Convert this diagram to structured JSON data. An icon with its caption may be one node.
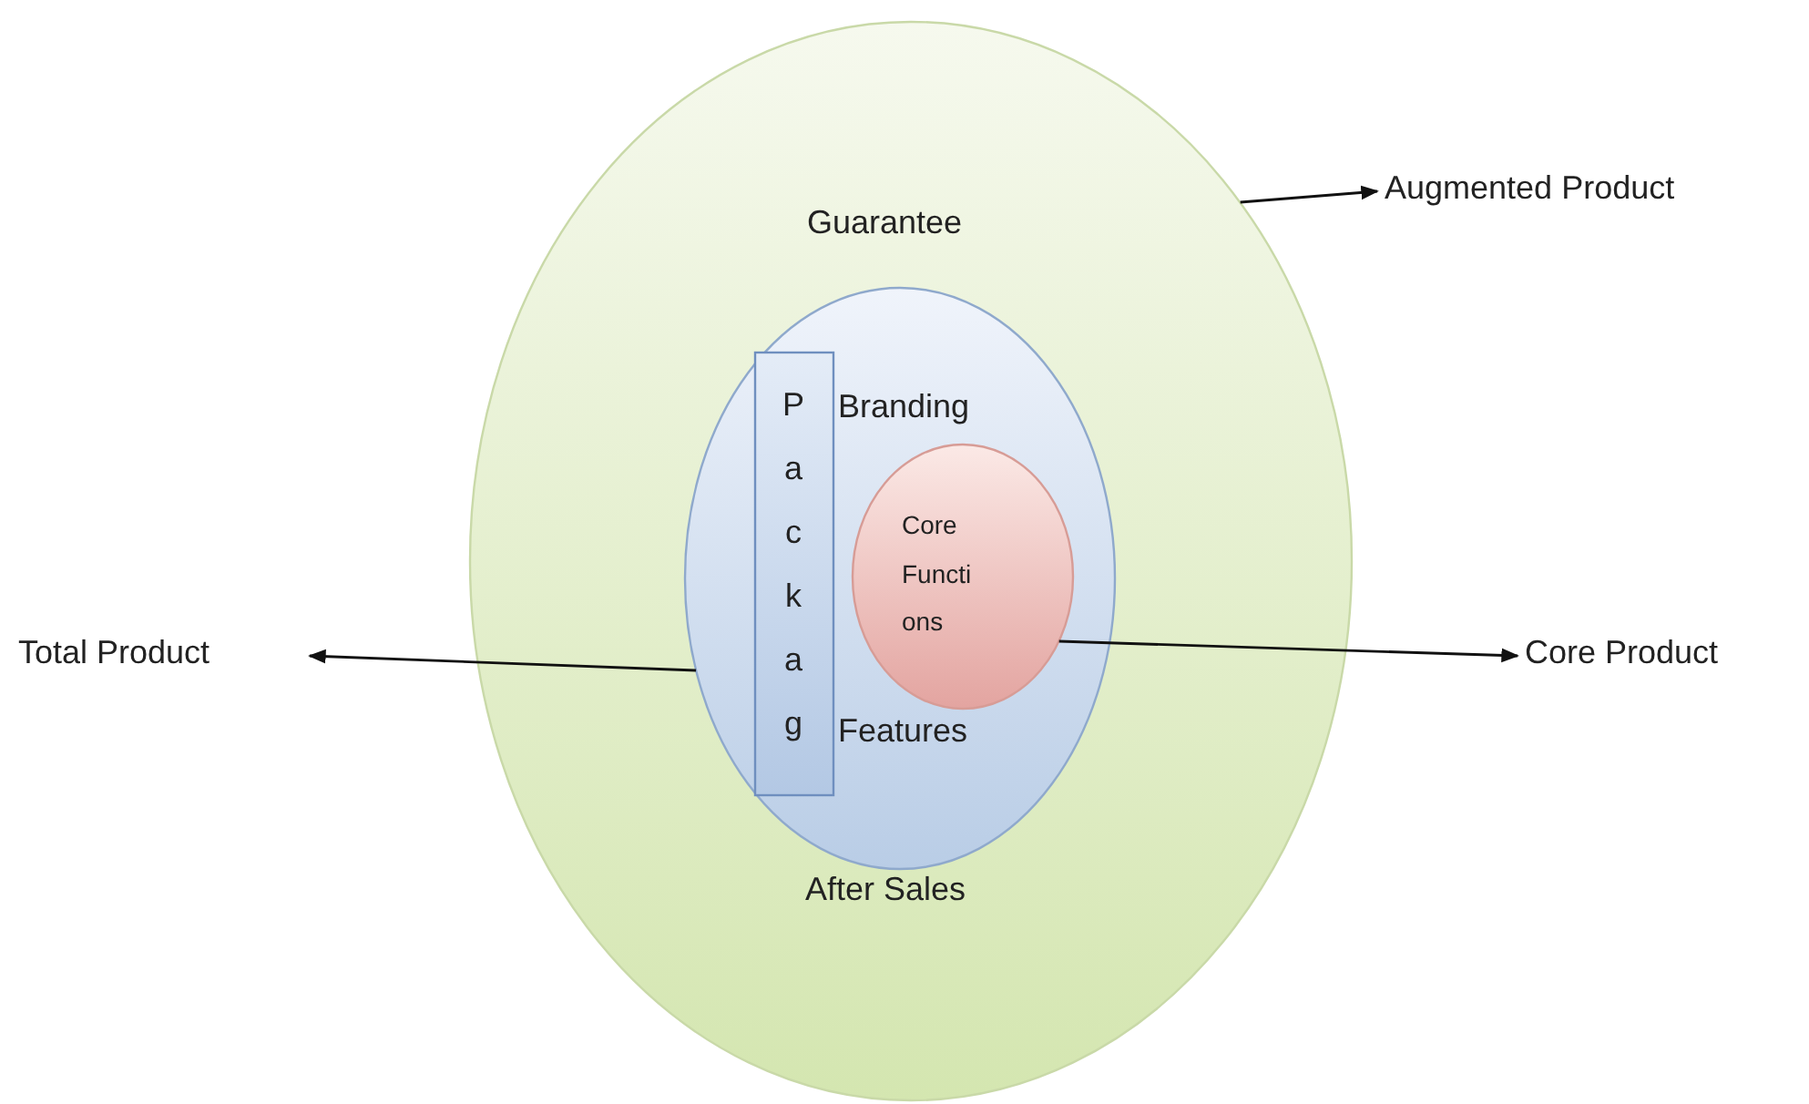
{
  "diagram": {
    "nodes": [
      {
        "text": [
          "Guarantee",
          "After Sales"
        ]
      },
      {
        "text": [
          "Branding",
          "Features"
        ],
        "in": 0
      },
      {
        "text": [
          "Packag"
        ],
        "in": 1
      },
      {
        "text": [
          "Core Functi ons"
        ],
        "in": 1
      },
      {
        "text": [
          "Augmented Product"
        ]
      },
      {
        "text": [
          "Total Product"
        ]
      },
      {
        "text": [
          "Core Product"
        ]
      }
    ],
    "edges": [
      {
        "from": 0,
        "to": 4,
        "arrow": "to"
      },
      {
        "from": 1,
        "to": 5,
        "arrow": "to"
      },
      {
        "from": 3,
        "to": 6,
        "arrow": "to"
      }
    ]
  }
}
